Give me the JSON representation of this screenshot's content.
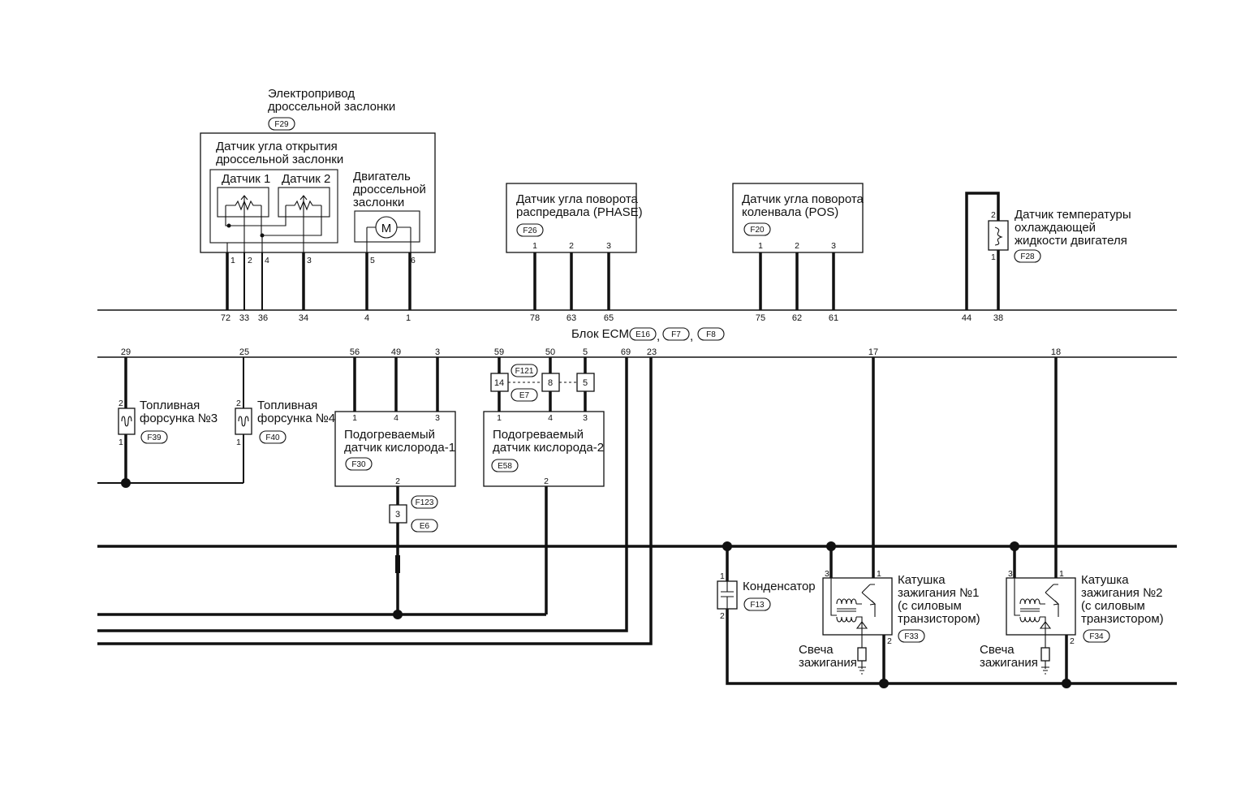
{
  "throttle": {
    "title_line1": "Электропривод",
    "title_line2": "дроссельной заслонки",
    "connector": "F29",
    "tps_line1": "Датчик угла открытия",
    "tps_line2": "дроссельной заслонки",
    "sensor1": "Датчик 1",
    "sensor2": "Датчик 2",
    "motor_line1": "Двигатель",
    "motor_line2": "дроссельной",
    "motor_line3": "заслонки",
    "motor_symbol": "M",
    "pins": [
      "1",
      "2",
      "4",
      "3",
      "5",
      "6"
    ],
    "ecm_terminals": [
      "72",
      "33",
      "36",
      "34",
      "4",
      "1"
    ]
  },
  "camshaft": {
    "line1": "Датчик угла поворота",
    "line2": "распредвала (PHASE)",
    "connector": "F26",
    "pins": [
      "1",
      "2",
      "3"
    ],
    "ecm_terminals": [
      "78",
      "63",
      "65"
    ]
  },
  "crankshaft": {
    "line1": "Датчик угла поворота",
    "line2": "коленвала (POS)",
    "connector": "F20",
    "pins": [
      "1",
      "2",
      "3"
    ],
    "ecm_terminals": [
      "75",
      "62",
      "61"
    ]
  },
  "coolant": {
    "line1": "Датчик температуры",
    "line2": "охлаждающей",
    "line3": "жидкости двигателя",
    "connector": "F28",
    "pins": [
      "2",
      "1"
    ],
    "ecm_terminals": [
      "44",
      "38"
    ]
  },
  "ecm": {
    "label": "Блок ECM",
    "connectors": [
      "E16",
      "F7",
      "F8"
    ],
    "separator": ","
  },
  "injector3": {
    "line1": "Топливная",
    "line2": "форсунка №3",
    "connector": "F39",
    "pins": [
      "2",
      "1"
    ],
    "ecm_terminal": "29"
  },
  "injector4": {
    "line1": "Топливная",
    "line2": "форсунка №4",
    "connector": "F40",
    "pins": [
      "2",
      "1"
    ],
    "ecm_terminal": "25"
  },
  "o2_sensor1": {
    "line1": "Подогреваемый",
    "line2": "датчик кислорода-1",
    "connector": "F30",
    "pins": [
      "1",
      "4",
      "3",
      "2"
    ],
    "ecm_terminals": [
      "56",
      "49",
      "3"
    ],
    "joint_pin": "3",
    "joint_connectors": [
      "F123",
      "E6"
    ]
  },
  "o2_sensor2": {
    "line1": "Подогреваемый",
    "line2": "датчик кислорода-2",
    "connector": "E58",
    "pins": [
      "1",
      "4",
      "3",
      "2"
    ],
    "ecm_terminals": [
      "59",
      "50",
      "5"
    ],
    "joint_pins": [
      "14",
      "8",
      "5"
    ],
    "joint_connectors": [
      "F121",
      "E7"
    ]
  },
  "ecm_extra_terminals": [
    "69",
    "23",
    "17",
    "18"
  ],
  "condenser": {
    "label": "Конденсатор",
    "connector": "F13",
    "pins": [
      "1",
      "2"
    ]
  },
  "coil1": {
    "line1": "Катушка",
    "line2": "зажигания №1",
    "line3": "(с силовым",
    "line4": "транзистором)",
    "connector": "F33",
    "pins": [
      "3",
      "1",
      "2"
    ]
  },
  "coil2": {
    "line1": "Катушка",
    "line2": "зажигания №2",
    "line3": "(с силовым",
    "line4": "транзистором)",
    "connector": "F34",
    "pins": [
      "3",
      "1",
      "2"
    ]
  },
  "spark_plug": {
    "line1": "Свеча",
    "line2": "зажигания"
  }
}
